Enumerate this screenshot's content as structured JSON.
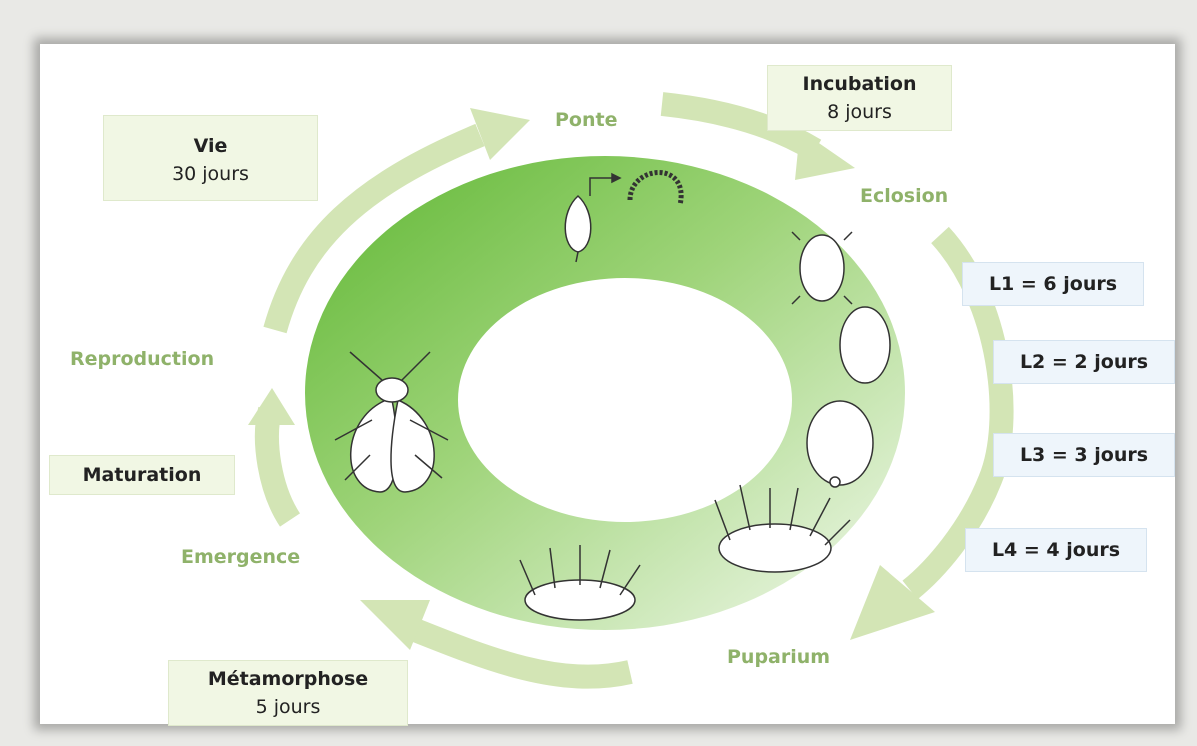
{
  "stages": {
    "ponte": "Ponte",
    "eclosion": "Eclosion",
    "puparium": "Puparium",
    "emergence": "Emergence",
    "reproduction": "Reproduction"
  },
  "durations": {
    "incubation": {
      "title": "Incubation",
      "value": "8 jours"
    },
    "vie": {
      "title": "Vie",
      "value": "30 jours"
    },
    "maturation": {
      "title": "Maturation"
    },
    "metamorphose": {
      "title": "Métamorphose",
      "value": "5 jours"
    },
    "l1": "L1 = 6 jours",
    "l2": "L2 = 2 jours",
    "l3": "L3 = 3 jours",
    "l4": "L4 = 4 jours"
  },
  "colors": {
    "arrow": "#d3e5b5",
    "ring_dark": "#6bbf3c",
    "ring_light": "#eef6e6",
    "stage_text": "#8fb26a",
    "green_box": "#f1f7e4",
    "blue_box": "#eef5fb"
  }
}
